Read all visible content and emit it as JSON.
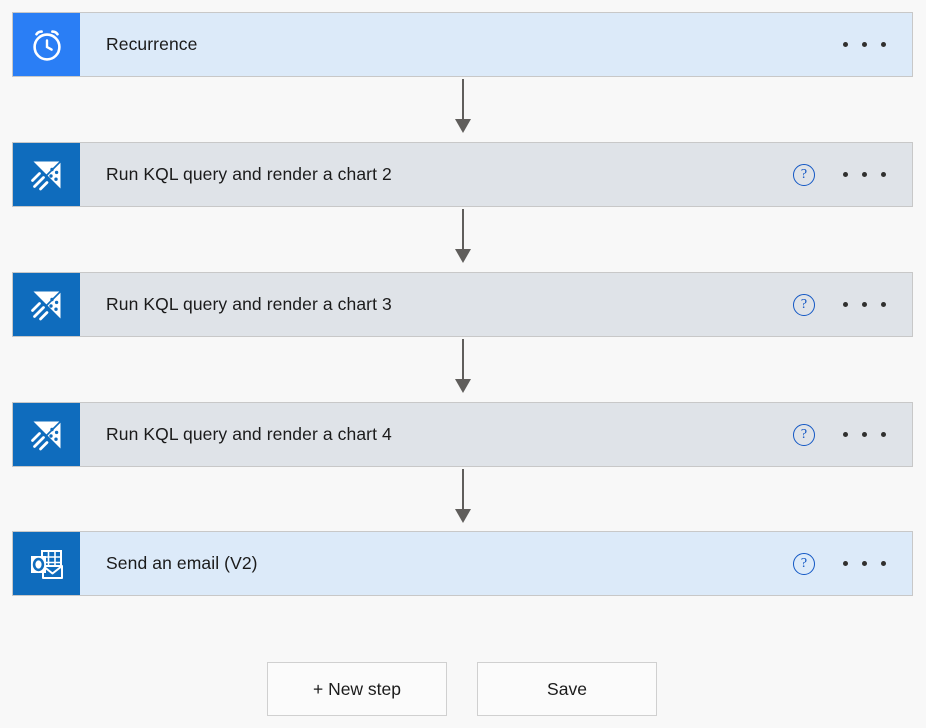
{
  "designer": {
    "name": "logic-app-designer",
    "background_color": "#f8f8f8"
  },
  "steps": [
    {
      "id": "recurrence",
      "title": "Recurrence",
      "icon": "alarm-clock-icon",
      "icon_color": "#2a7ef5",
      "card_color": "#dceaf9",
      "has_help": false,
      "has_menu": true
    },
    {
      "id": "kql-chart-2",
      "title": "Run KQL query and render a chart 2",
      "icon": "azure-data-explorer-icon",
      "icon_color": "#0f6cbd",
      "card_color": "#dfe3e8",
      "has_help": true,
      "has_menu": true
    },
    {
      "id": "kql-chart-3",
      "title": "Run KQL query and render a chart 3",
      "icon": "azure-data-explorer-icon",
      "icon_color": "#0f6cbd",
      "card_color": "#dfe3e8",
      "has_help": true,
      "has_menu": true
    },
    {
      "id": "kql-chart-4",
      "title": "Run KQL query and render a chart 4",
      "icon": "azure-data-explorer-icon",
      "icon_color": "#0f6cbd",
      "card_color": "#dfe3e8",
      "has_help": true,
      "has_menu": true
    },
    {
      "id": "send-email-v2",
      "title": "Send an email (V2)",
      "icon": "outlook-icon",
      "icon_color": "#0f6cbd",
      "card_color": "#dceaf9",
      "has_help": true,
      "has_menu": true
    }
  ],
  "icons": {
    "help": "help-circle-icon",
    "menu": "ellipsis-icon",
    "help_glyph": "?",
    "connector": "down-arrow-icon"
  },
  "toolbar": {
    "new_step_label": "+ New step",
    "save_label": "Save"
  },
  "colors": {
    "accent_blue": "#0f6cbd",
    "recurrence_blue": "#2a7ef5",
    "help_blue": "#1257c4",
    "arrow_gray": "#605e5c",
    "card_border": "#c8c8c8",
    "text": "#1b1b1b"
  }
}
